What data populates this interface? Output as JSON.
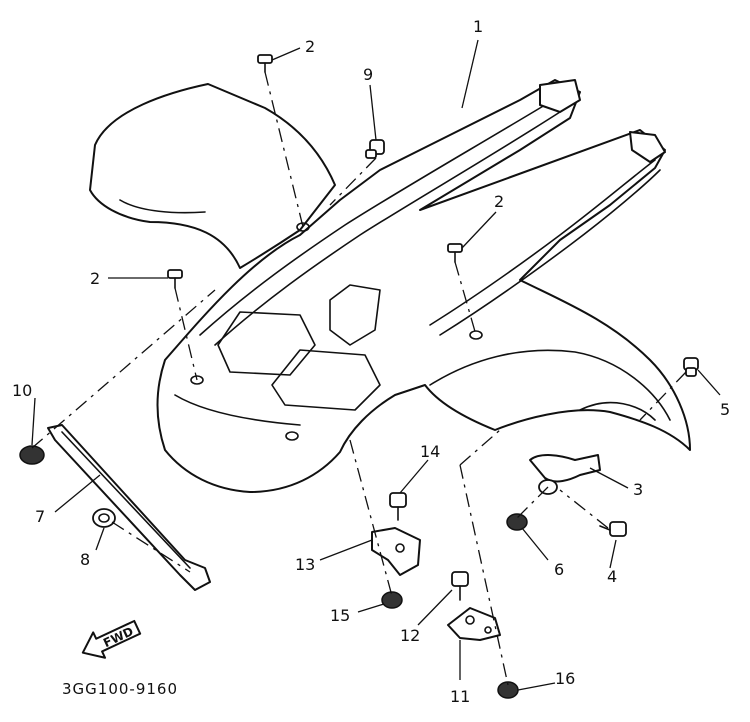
{
  "diagram": {
    "callouts": [
      {
        "id": "c1",
        "label": "1"
      },
      {
        "id": "c2a",
        "label": "2"
      },
      {
        "id": "c2b",
        "label": "2"
      },
      {
        "id": "c2c",
        "label": "2"
      },
      {
        "id": "c3",
        "label": "3"
      },
      {
        "id": "c4",
        "label": "4"
      },
      {
        "id": "c5",
        "label": "5"
      },
      {
        "id": "c6",
        "label": "6"
      },
      {
        "id": "c7",
        "label": "7"
      },
      {
        "id": "c8",
        "label": "8"
      },
      {
        "id": "c9",
        "label": "9"
      },
      {
        "id": "c10",
        "label": "10"
      },
      {
        "id": "c11",
        "label": "11"
      },
      {
        "id": "c12",
        "label": "12"
      },
      {
        "id": "c13",
        "label": "13"
      },
      {
        "id": "c14",
        "label": "14"
      },
      {
        "id": "c15",
        "label": "15"
      },
      {
        "id": "c16",
        "label": "16"
      }
    ],
    "fwd_label": "FWD",
    "drawing_code": "3GG100-9160"
  }
}
